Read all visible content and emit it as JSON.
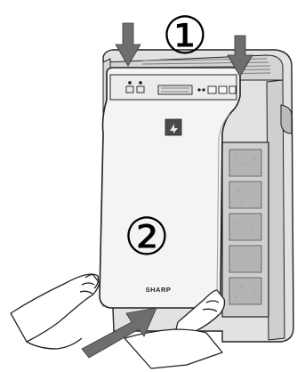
{
  "steps": {
    "first": "①",
    "second": "②"
  },
  "brand": "SHARP",
  "colors": {
    "outline": "#222222",
    "panel_fill": "#f4f4f4",
    "body_fill": "#e2e2e2",
    "filter_fill": "#bdbdbd",
    "arrow_fill": "#6e6e6e",
    "skin_fill": "#ffffff"
  },
  "icons": {
    "press_arrows": "arrow-down-icon",
    "push_arrow": "arrow-up-right-icon",
    "logo_badge": "plasmacluster-icon"
  }
}
